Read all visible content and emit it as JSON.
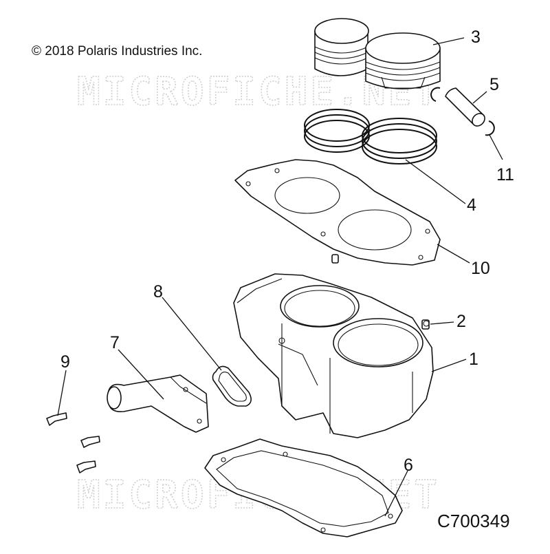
{
  "copyright": "© 2018 Polaris Industries Inc.",
  "watermark": "MICROFICHE.NET",
  "diagram_code": "C700349",
  "callouts": {
    "n1": "1",
    "n2": "2",
    "n3": "3",
    "n4": "4",
    "n5": "5",
    "n6": "6",
    "n7": "7",
    "n8": "8",
    "n9": "9",
    "n10": "10",
    "n11": "11"
  }
}
